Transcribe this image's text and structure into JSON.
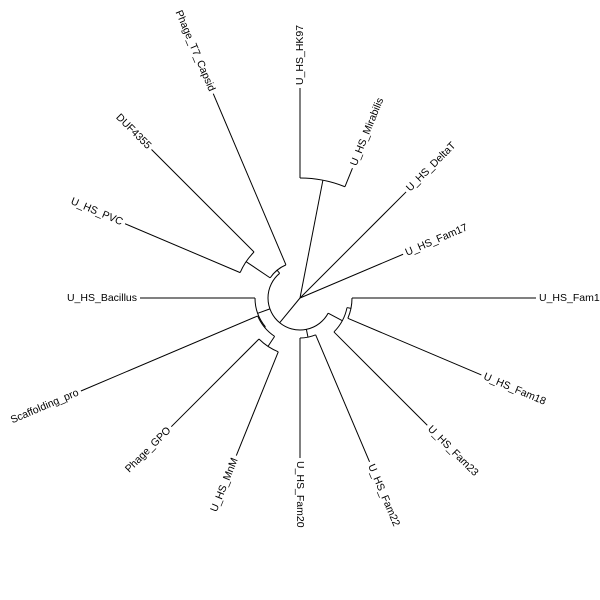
{
  "figure": {
    "type": "circular-phylogenetic-tree",
    "line_color": "#000000",
    "background": "#ffffff"
  },
  "leaves": [
    {
      "id": "fam1",
      "label": "U_HS_Fam1"
    },
    {
      "id": "fam18",
      "label": "U_HS_Fam18"
    },
    {
      "id": "fam23",
      "label": "U_HS_Fam23"
    },
    {
      "id": "fam22",
      "label": "U_HS_Fam22"
    },
    {
      "id": "fam20",
      "label": "U_HS_Fam20"
    },
    {
      "id": "mnm",
      "label": "U_HS_MnM"
    },
    {
      "id": "phage_gpo",
      "label": "Phage_GPO"
    },
    {
      "id": "scaffold",
      "label": "Scaffolding_pro"
    },
    {
      "id": "bacillus",
      "label": "U_HS_Bacillus"
    },
    {
      "id": "pvc",
      "label": "U_HS_PVC"
    },
    {
      "id": "duf",
      "label": "DUF4355"
    },
    {
      "id": "t7",
      "label": "Phage_T7_Capsid"
    },
    {
      "id": "hk97",
      "label": "U_HS_HK97"
    },
    {
      "id": "mirab",
      "label": "U_HS_Mirabilis"
    },
    {
      "id": "deltat",
      "label": "U_HS_DeltaT"
    },
    {
      "id": "fam17",
      "label": "U_HS_Fam17"
    }
  ]
}
